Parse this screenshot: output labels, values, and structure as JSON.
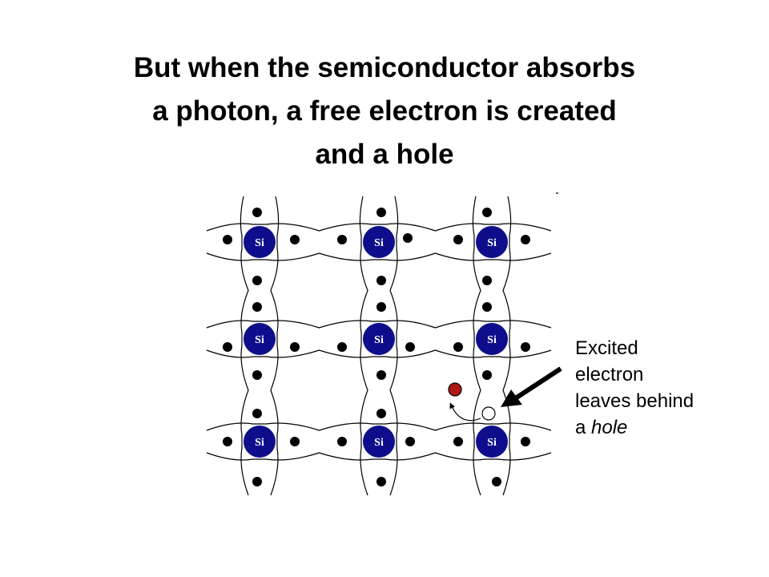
{
  "slide": {
    "title_lines": [
      "But when the semiconductor absorbs",
      "a photon, a free electron is created",
      "and a hole"
    ]
  },
  "lattice": {
    "atom_label": "Si",
    "rows": 3,
    "columns": 3,
    "colors": {
      "atom_fill": "#0e0e8c",
      "atom_text": "#ffffff",
      "electron": "#000000",
      "excited_electron": "#b01818",
      "hole_fill": "#ffffff",
      "bond_line": "#000000"
    }
  },
  "annotation": {
    "lines": [
      "Excited",
      "electron",
      "leaves behind"
    ],
    "last_line_prefix": "a ",
    "last_line_italic": "hole"
  }
}
